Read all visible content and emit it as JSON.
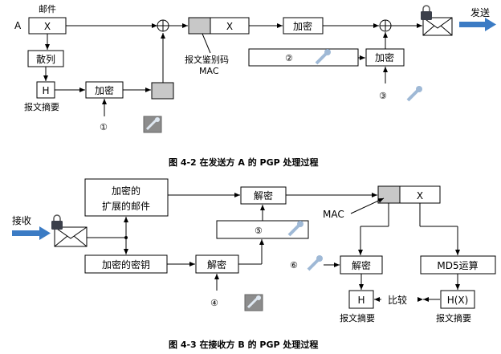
{
  "fig1": {
    "caption": "图 4-2  在发送方 A 的 PGP 处理过程",
    "mail_label": "邮件",
    "sender": "A",
    "x": "X",
    "hash": "散列",
    "h": "H",
    "digest": "报文摘要",
    "encrypt": "加密",
    "mac_line1": "报文鉴别码",
    "mac_line2": "MAC",
    "send": "发送",
    "xor": "⊕",
    "n1": "①",
    "n2": "②",
    "n3": "③"
  },
  "fig2": {
    "caption": "图 4-3  在接收方 B 的 PGP 处理过程",
    "receive": "接收",
    "enc_mail_1": "加密的",
    "enc_mail_2": "扩展的邮件",
    "enc_key": "加密的密钥",
    "decrypt": "解密",
    "mac": "MAC",
    "x": "X",
    "md5": "MD5运算",
    "h": "H",
    "hx": "H(X)",
    "compare": "比较",
    "digest": "报文摘要",
    "n4": "④",
    "n5": "⑤",
    "n6": "⑥"
  },
  "colors": {
    "arrow_blue": "#3b7bc4",
    "gray_box": "#c8c8c8",
    "key": "#9fb9d6"
  },
  "icons": [
    "envelope-icon",
    "padlock-icon",
    "key-icon",
    "arrow-right-icon"
  ]
}
